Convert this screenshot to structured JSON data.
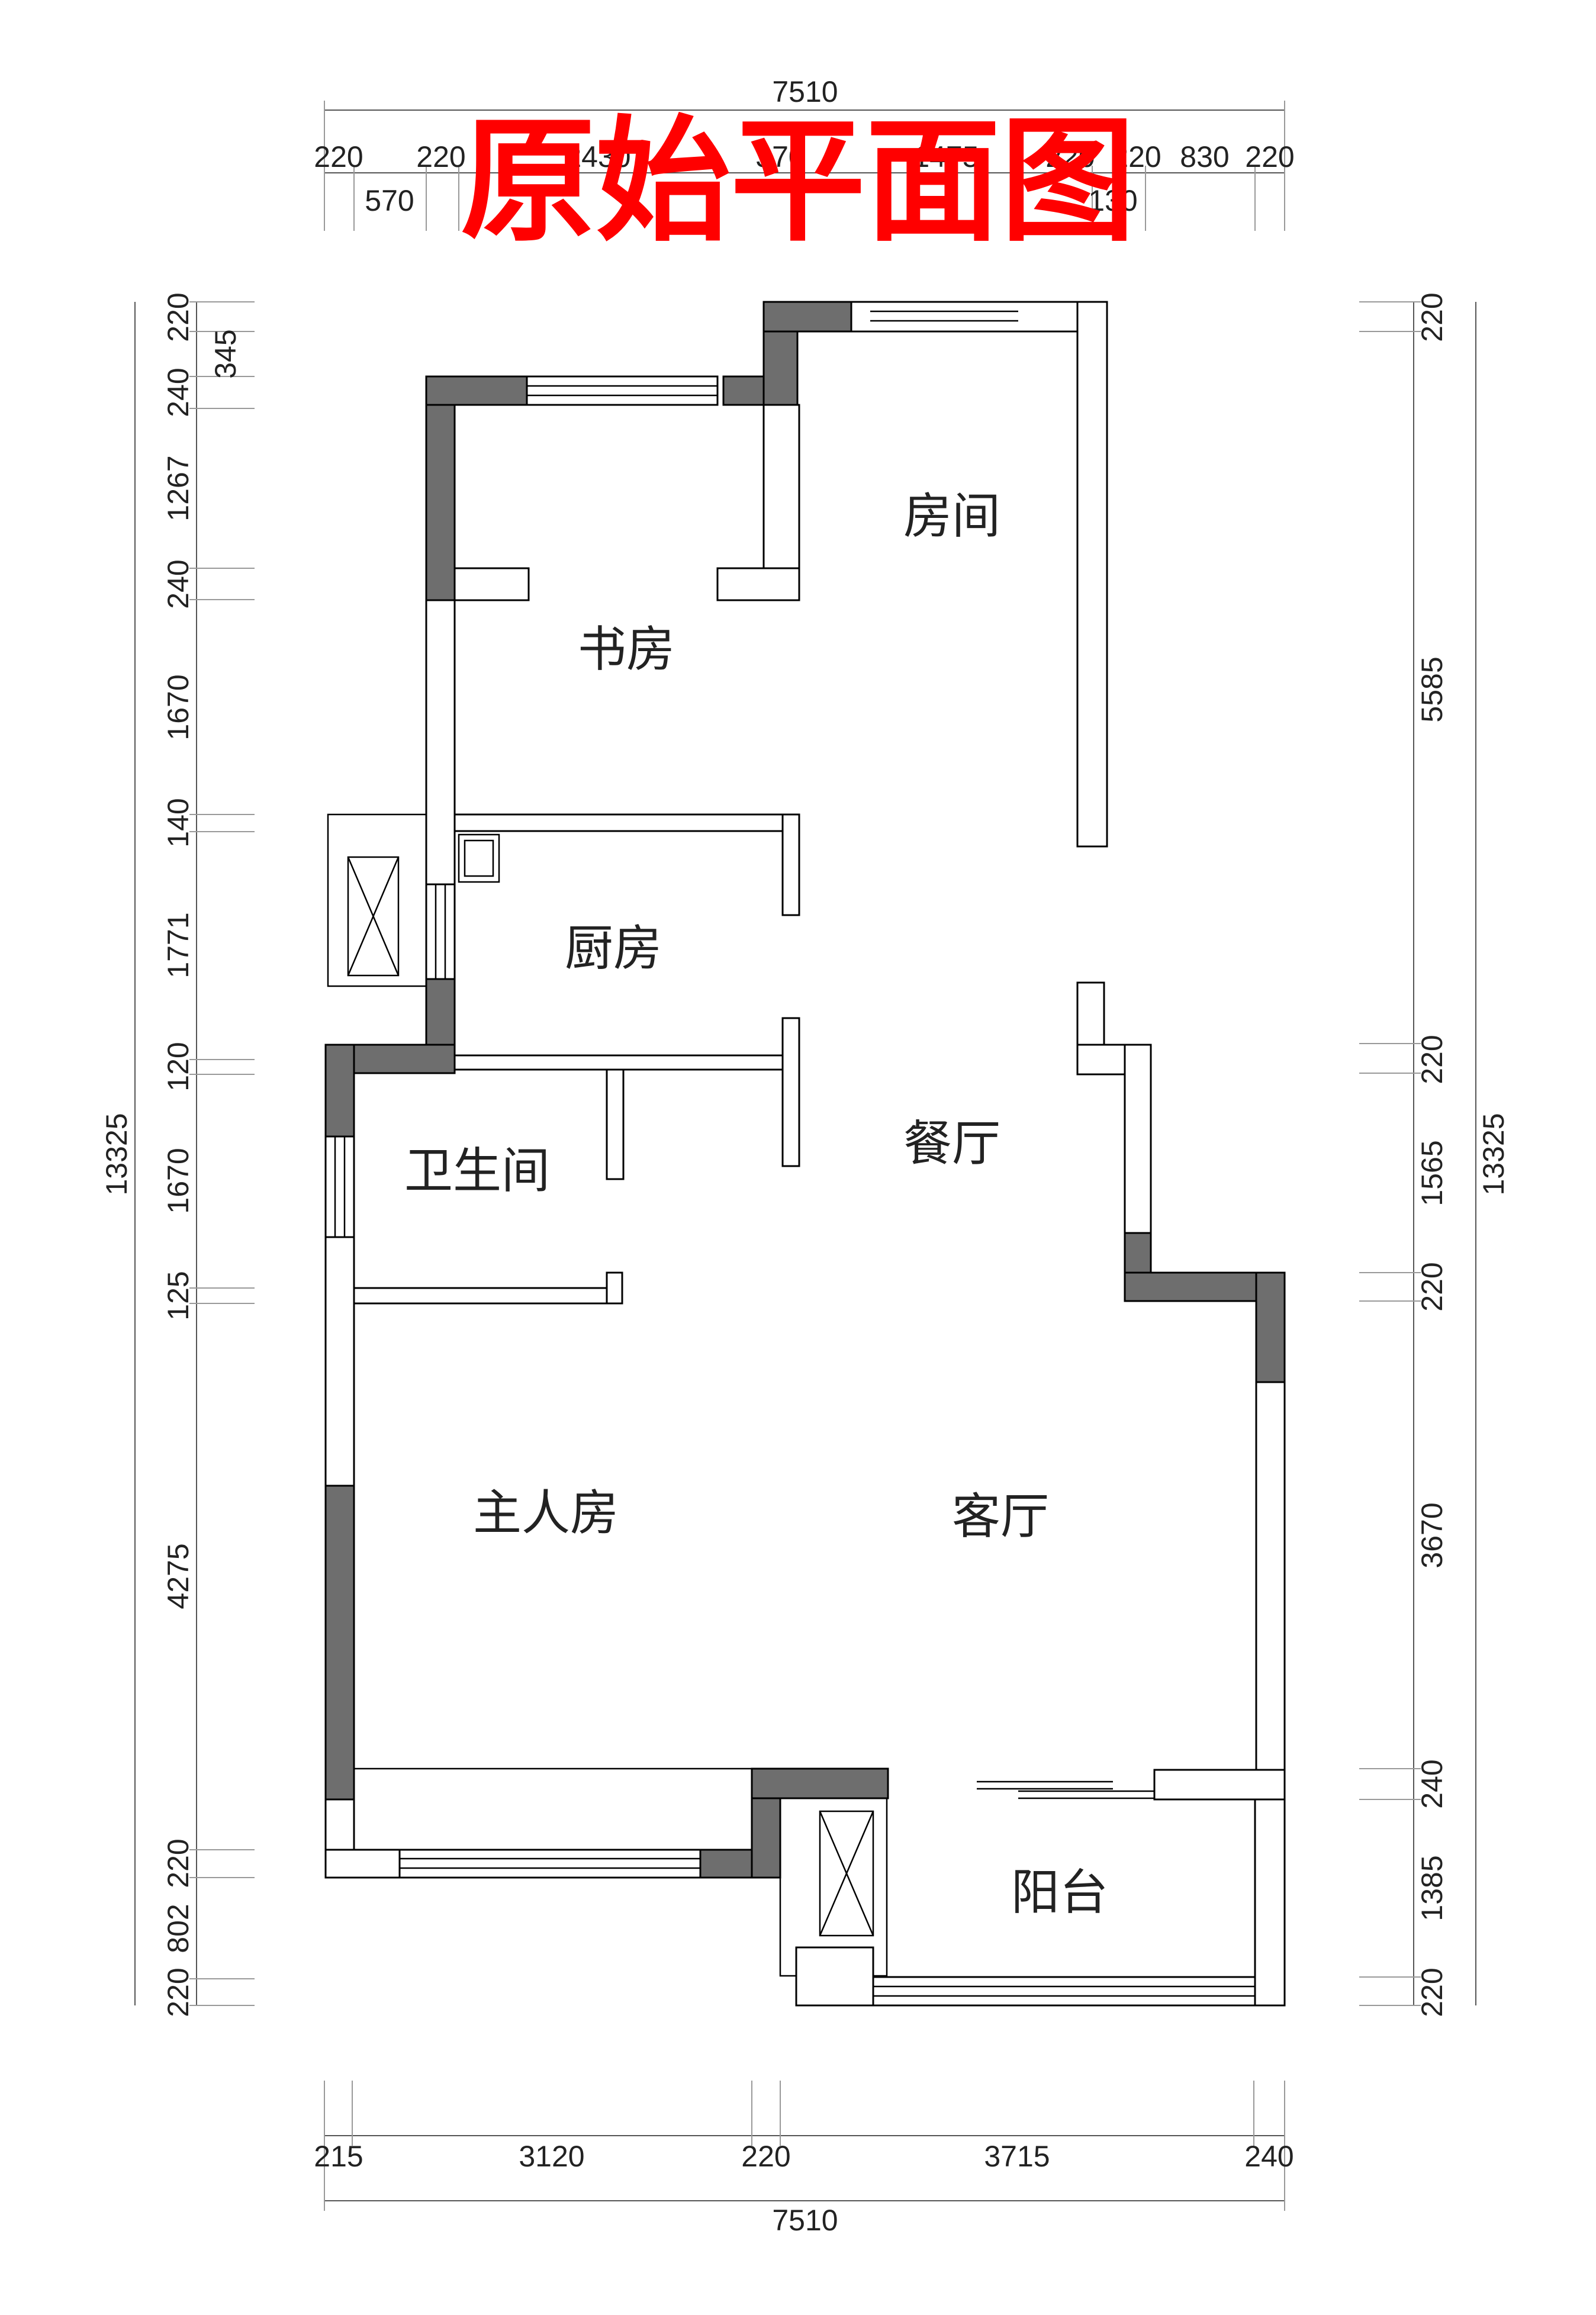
{
  "title": "原始平面图",
  "rooms": {
    "study": "书房",
    "bedroom": "房间",
    "kitchen": "厨房",
    "bathroom": "卫生间",
    "dining": "餐厅",
    "master": "主人房",
    "living": "客厅",
    "balcony": "阳台"
  },
  "dims": {
    "top_total": "7510",
    "top_row": [
      "220",
      "220",
      "2430",
      "370",
      "1475",
      "220",
      "220",
      "830",
      "220"
    ],
    "top_row2": [
      "570",
      "130"
    ],
    "bottom_total": "7510",
    "bottom_row": [
      "215",
      "3120",
      "220",
      "3715",
      "240"
    ],
    "left_total": "13325",
    "left_row": [
      "220",
      "345",
      "240",
      "1267",
      "240",
      "1670",
      "140",
      "1771",
      "120",
      "1670",
      "125",
      "4275",
      "220",
      "802",
      "220"
    ],
    "right_total": "13325",
    "right_row": [
      "220",
      "5585",
      "220",
      "1565",
      "220",
      "3670",
      "240",
      "1385",
      "220"
    ]
  },
  "colors": {
    "title": "#ff0000",
    "wall_fill": "#6e6e6e",
    "line": "#000000"
  }
}
